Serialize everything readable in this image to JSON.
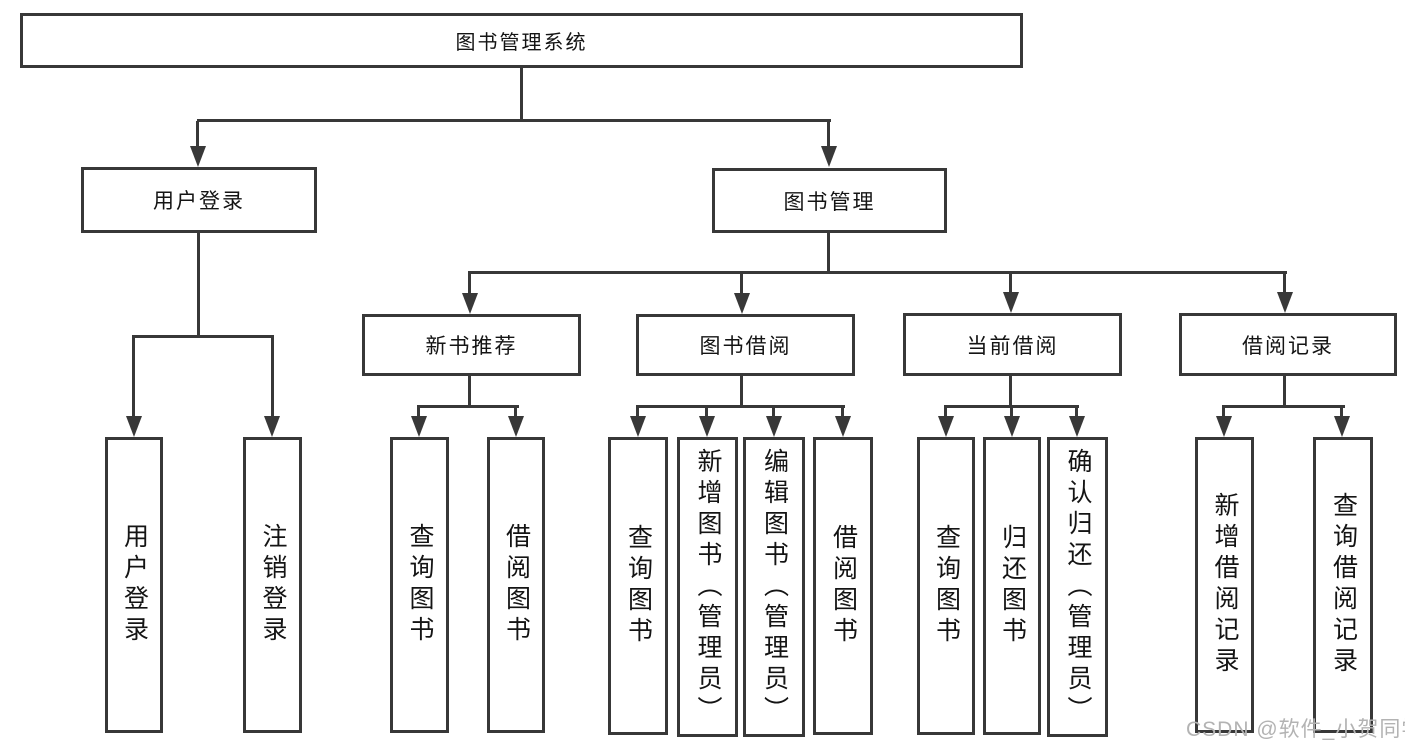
{
  "diagram": {
    "root": {
      "label": "图书管理系统"
    },
    "level2": [
      {
        "label": "用户登录"
      },
      {
        "label": "图书管理"
      }
    ],
    "level3": [
      {
        "label": "新书推荐"
      },
      {
        "label": "图书借阅"
      },
      {
        "label": "当前借阅"
      },
      {
        "label": "借阅记录"
      }
    ],
    "leaves": [
      {
        "label": "用户登录"
      },
      {
        "label": "注销登录"
      },
      {
        "label": "查询图书"
      },
      {
        "label": "借阅图书"
      },
      {
        "label": "查询图书"
      },
      {
        "label": "新增图书（管理员）"
      },
      {
        "label": "编辑图书（管理员）"
      },
      {
        "label": "借阅图书"
      },
      {
        "label": "查询图书"
      },
      {
        "label": "归还图书"
      },
      {
        "label": "确认归还（管理员）"
      },
      {
        "label": "新增借阅记录"
      },
      {
        "label": "查询借阅记录"
      }
    ],
    "watermark": "CSDN @软件_小贺同学",
    "colors": {
      "line": "#383838",
      "text": "#141414",
      "background": "#ffffff",
      "watermark": "#b3b3b3"
    }
  }
}
